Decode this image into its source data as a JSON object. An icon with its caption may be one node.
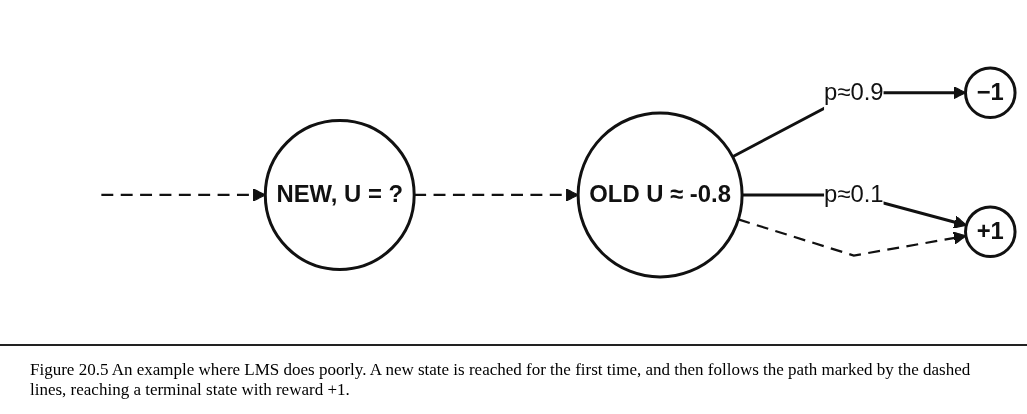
{
  "diagram": {
    "caption": "Figure 20.5 An example where LMS does poorly. A new state is reached for the first time, and then follows the path marked by the dashed lines, reaching a terminal state with reward +1.",
    "nodes": [
      {
        "text": [
          "NEW, U = ?"
        ]
      },
      {
        "text": [
          "OLD U ≈ -0.8"
        ]
      },
      {
        "text": [
          "−1"
        ]
      },
      {
        "text": [
          "+1"
        ]
      }
    ],
    "edges": [
      {
        "from": null,
        "to": 0,
        "arrow": "to",
        "style": "dashed"
      },
      {
        "from": 0,
        "to": 1,
        "arrow": "to",
        "style": "dashed"
      },
      {
        "from": 1,
        "to": 2,
        "arrow": "to",
        "label": "p≈0.9"
      },
      {
        "from": 1,
        "to": 3,
        "arrow": "to",
        "label": "p≈0.1"
      },
      {
        "from": 1,
        "to": 3,
        "arrow": "to",
        "style": "dashed"
      }
    ]
  }
}
